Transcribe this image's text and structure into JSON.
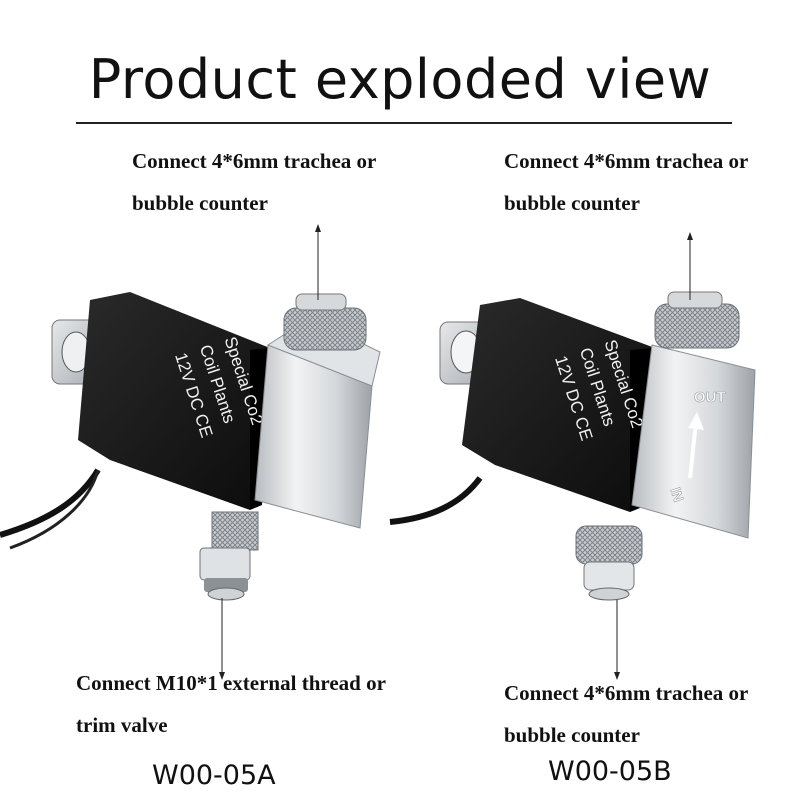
{
  "title": "Product exploded view",
  "products": [
    {
      "model": "W00-05A",
      "top_connection": [
        "Connect 4*6mm trachea or",
        "bubble counter"
      ],
      "bottom_connection": [
        "Connect M10*1 external thread or",
        "trim valve"
      ],
      "coil_text": [
        "Special Co2",
        "Coil Plants",
        "12V DC CE"
      ]
    },
    {
      "model": "W00-05B",
      "top_connection": [
        "Connect 4*6mm trachea or",
        "bubble counter"
      ],
      "bottom_connection": [
        "Connect 4*6mm trachea or",
        "bubble counter"
      ],
      "coil_text": [
        "Special Co2",
        "Coil Plants",
        "12V DC CE"
      ],
      "body_text": [
        "OUT",
        "IN"
      ]
    }
  ]
}
